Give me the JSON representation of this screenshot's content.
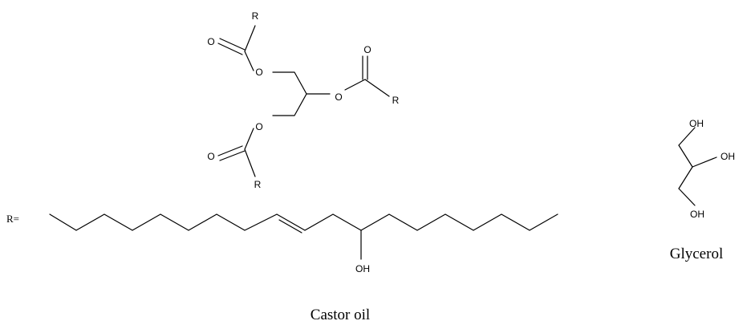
{
  "captions": {
    "castor_oil": "Castor oil",
    "glycerol": "Glycerol",
    "r_definition": "R="
  },
  "atom_labels": {
    "oxygen": "O",
    "r_group": "R",
    "hydroxyl": "OH"
  },
  "colors": {
    "ink": "#000000",
    "background": "#ffffff"
  }
}
